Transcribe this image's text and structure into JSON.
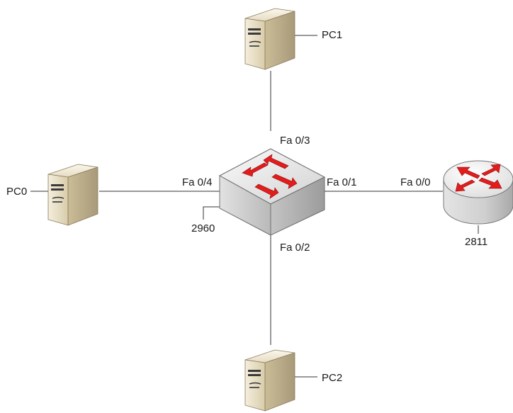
{
  "devices": {
    "pc0": {
      "label": "PC0"
    },
    "pc1": {
      "label": "PC1"
    },
    "pc2": {
      "label": "PC2"
    },
    "switch": {
      "label": "2960"
    },
    "router": {
      "label": "2811"
    }
  },
  "ports": {
    "switch_to_pc1": "Fa 0/3",
    "switch_to_pc0": "Fa 0/4",
    "switch_to_router": "Fa 0/1",
    "switch_to_pc2": "Fa 0/2",
    "router_to_switch": "Fa 0/0"
  },
  "colors": {
    "line": "#333333",
    "switch_arrow": "#e31c1c",
    "switch_body": "#d8d8d8",
    "router_body": "#d6d6d6",
    "pc_body": "#e6dcc3"
  }
}
